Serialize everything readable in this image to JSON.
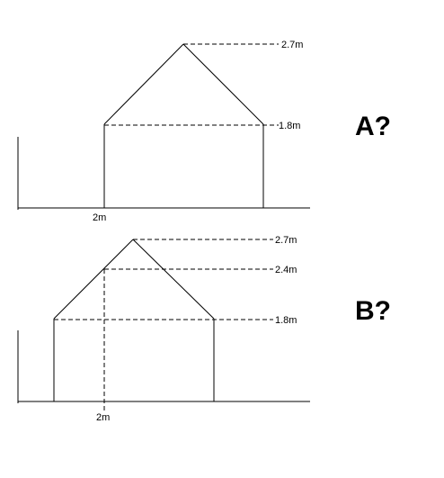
{
  "diagram_a": {
    "label": "A?",
    "width_marker": "2m",
    "heights": {
      "peak": "2.7m",
      "wall": "1.8m"
    }
  },
  "diagram_b": {
    "label": "B?",
    "width_marker": "2m",
    "heights": {
      "peak": "2.7m",
      "mid": "2.4m",
      "wall": "1.8m"
    }
  }
}
